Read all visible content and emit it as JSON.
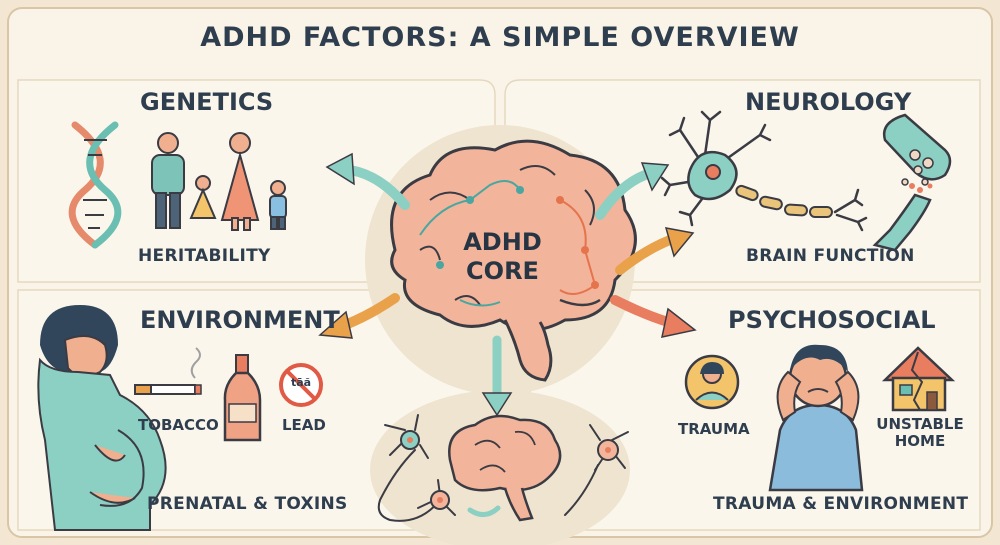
{
  "title": "ADHD FACTORS: A SIMPLE OVERVIEW",
  "core": {
    "line1": "ADHD",
    "line2": "CORE"
  },
  "genetics": {
    "heading": "GENETICS",
    "caption": "HERITABILITY"
  },
  "neurology": {
    "heading": "NEUROLOGY",
    "caption": "BRAIN FUNCTION"
  },
  "environment": {
    "heading": "ENVIRONMENT",
    "tobacco": "TOBACCO",
    "lead": "LEAD",
    "lead_sign": "tāă",
    "caption": "PRENATAL & TOXINS"
  },
  "psychosocial": {
    "heading": "PSYCHOSOCIAL",
    "trauma": "TRAUMA",
    "home_line1": "UNSTABLE",
    "home_line2": "HOME",
    "caption": "TRAUMA & ENVIRONMENT"
  },
  "colors": {
    "background": "#f3e7d3",
    "panel": "#fbf6ec",
    "brain": "#f2b49a",
    "teal": "#8ccfc3",
    "orange": "#e9a14a",
    "coral": "#e97d5f",
    "text": "#2f3e4e"
  }
}
